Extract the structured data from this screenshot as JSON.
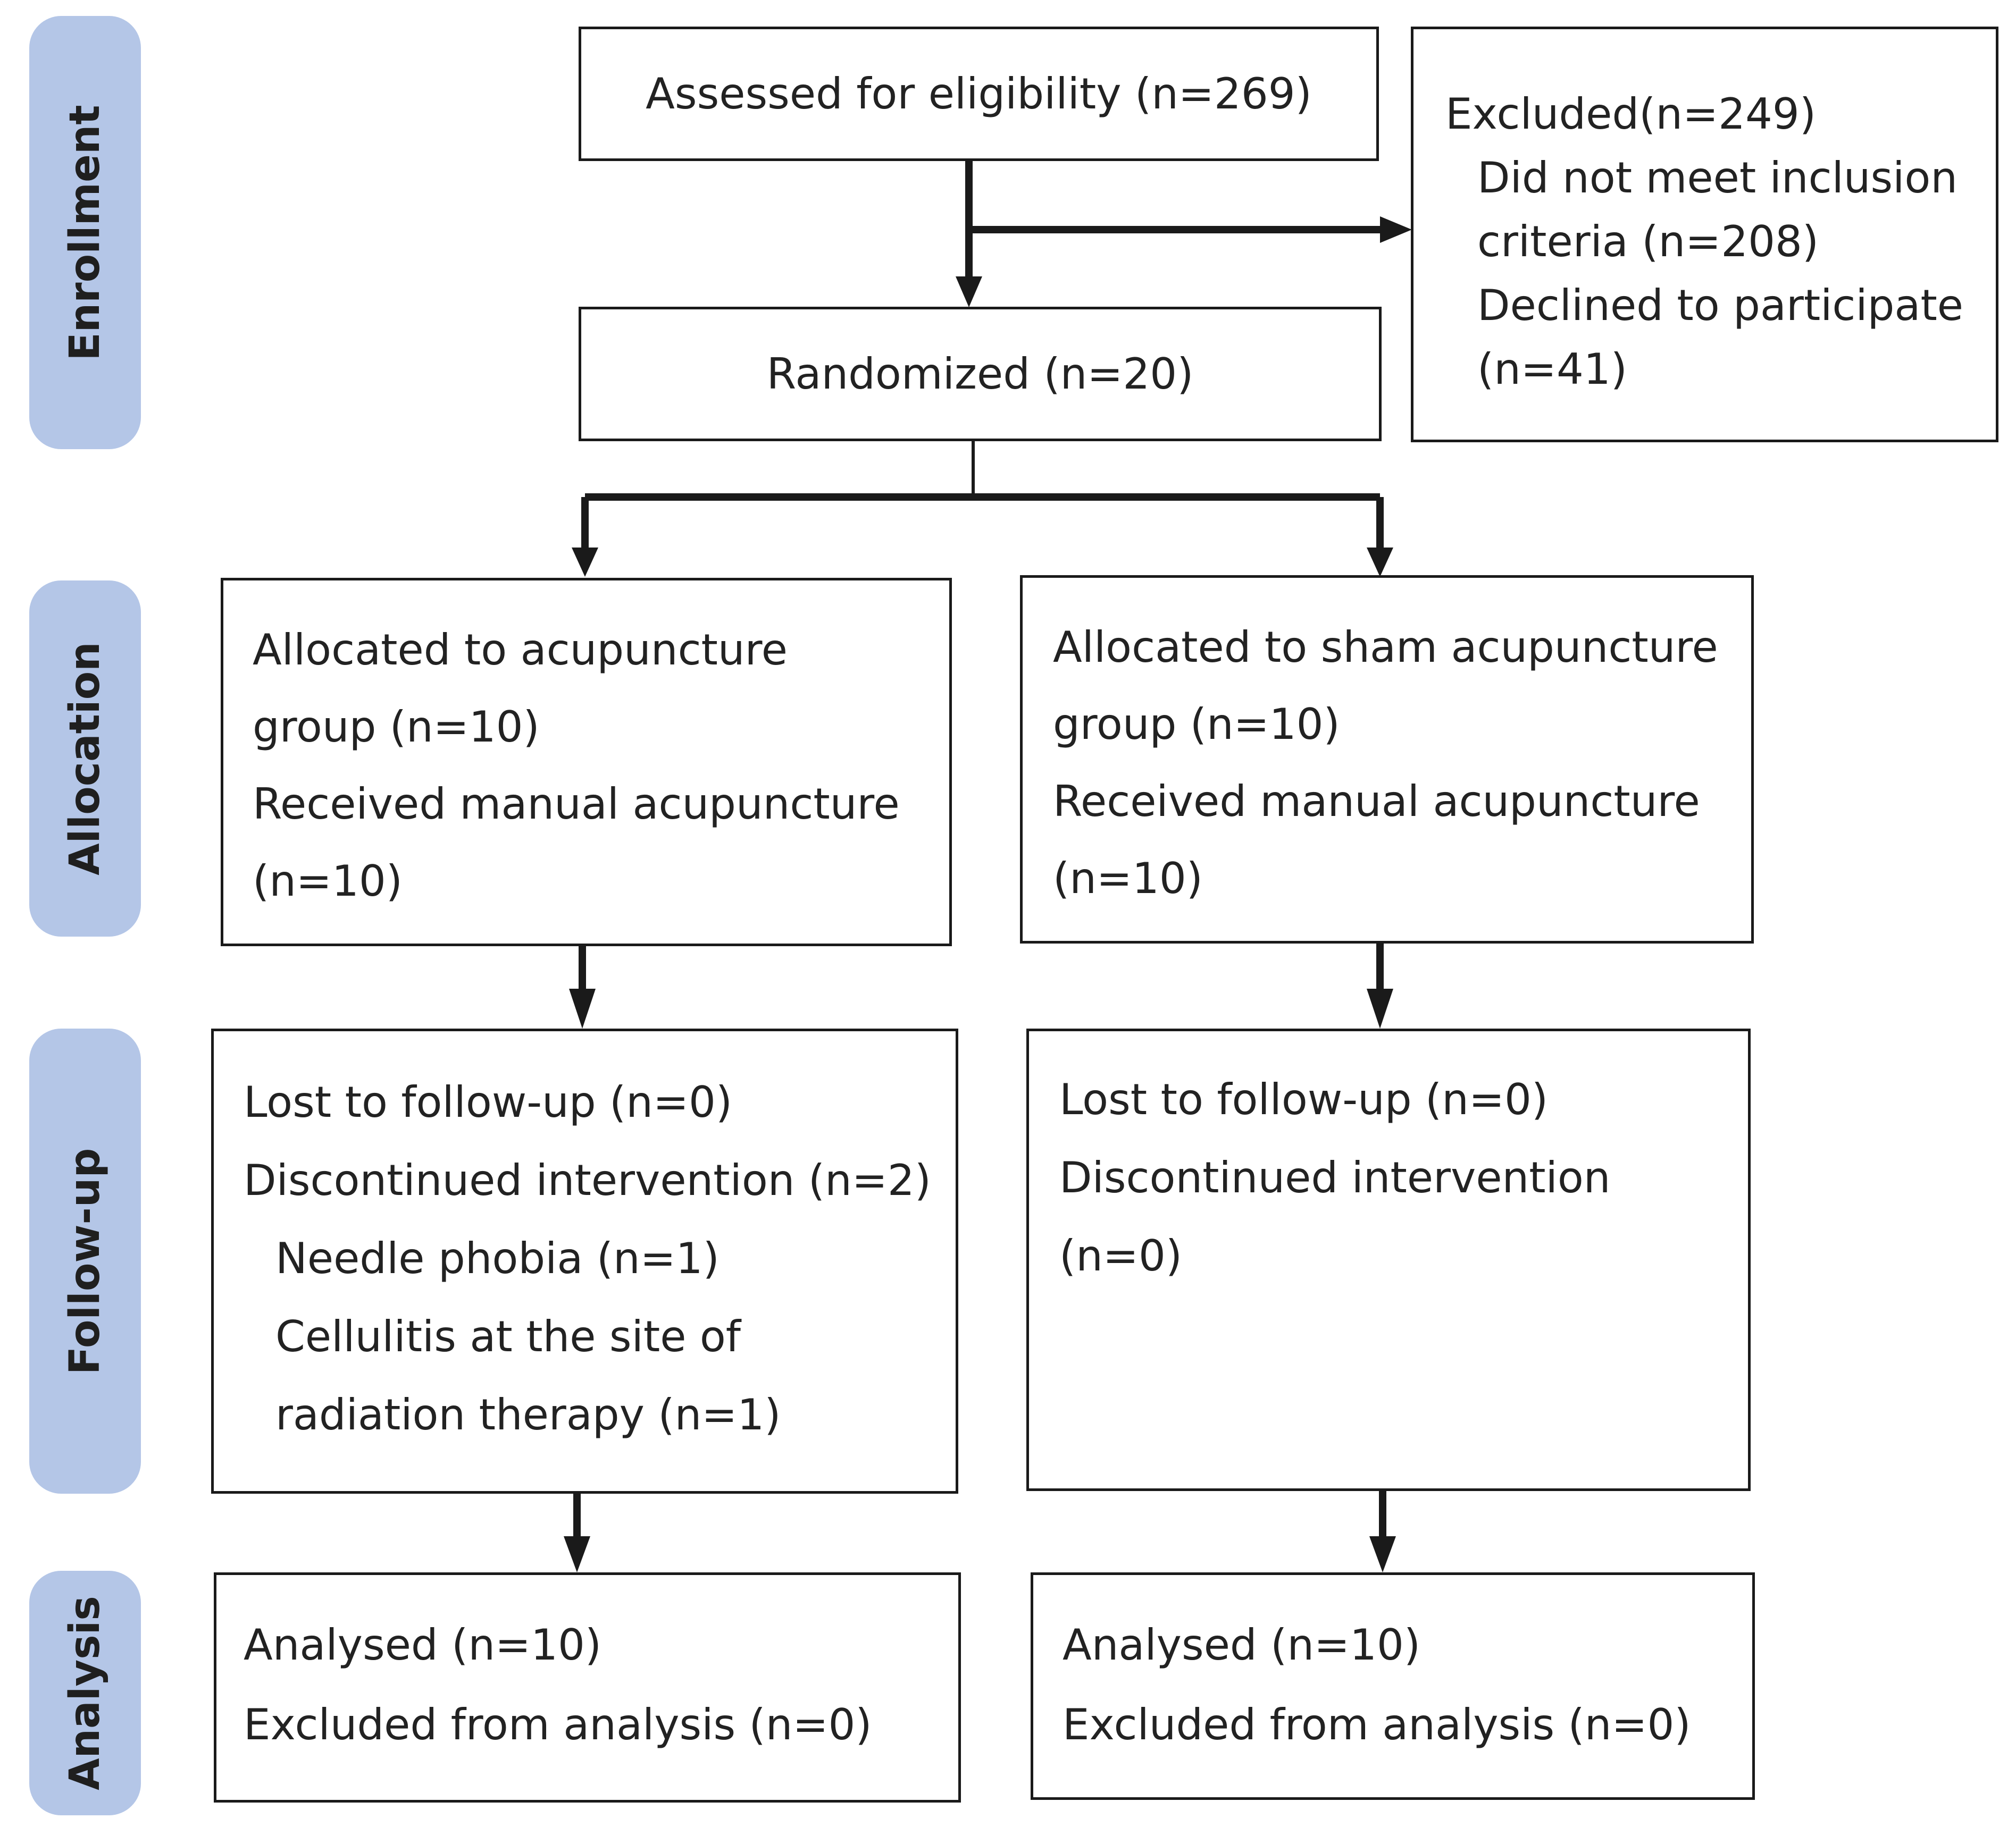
{
  "phases": {
    "enrollment": "Enrollment",
    "allocation": "Allocation",
    "followup": "Follow-up",
    "analysis": "Analysis"
  },
  "assessed": "Assessed for eligibility (n=269)",
  "excluded": {
    "title": "Excluded(n=249)",
    "line1": "Did not meet inclusion",
    "line2": "criteria (n=208)",
    "line3": "Declined to participate",
    "line4": "(n=41)"
  },
  "randomized": "Randomized (n=20)",
  "allocation_left": {
    "line1": "Allocated to acupuncture",
    "line2": "group (n=10)",
    "line3": "Received manual acupuncture",
    "line4": "(n=10)"
  },
  "allocation_right": {
    "line1": "Allocated to sham acupuncture",
    "line2": "group (n=10)",
    "line3": "Received manual acupuncture",
    "line4": "(n=10)"
  },
  "followup_left": {
    "line1": "Lost to follow-up (n=0)",
    "line2": "Discontinued intervention (n=2)",
    "line3": "Needle phobia (n=1)",
    "line4": "Cellulitis at the site of",
    "line5": "radiation therapy (n=1)"
  },
  "followup_right": {
    "line1": "Lost to follow-up (n=0)",
    "line2": "Discontinued intervention",
    "line3": "(n=0)"
  },
  "analysis_left": {
    "line1": "Analysed (n=10)",
    "line2": "Excluded from analysis (n=0)"
  },
  "analysis_right": {
    "line1": "Analysed (n=10)",
    "line2": "Excluded from analysis (n=0)"
  },
  "colors": {
    "phase_fill": "#b4c6e7",
    "border": "#1a1a1a"
  }
}
